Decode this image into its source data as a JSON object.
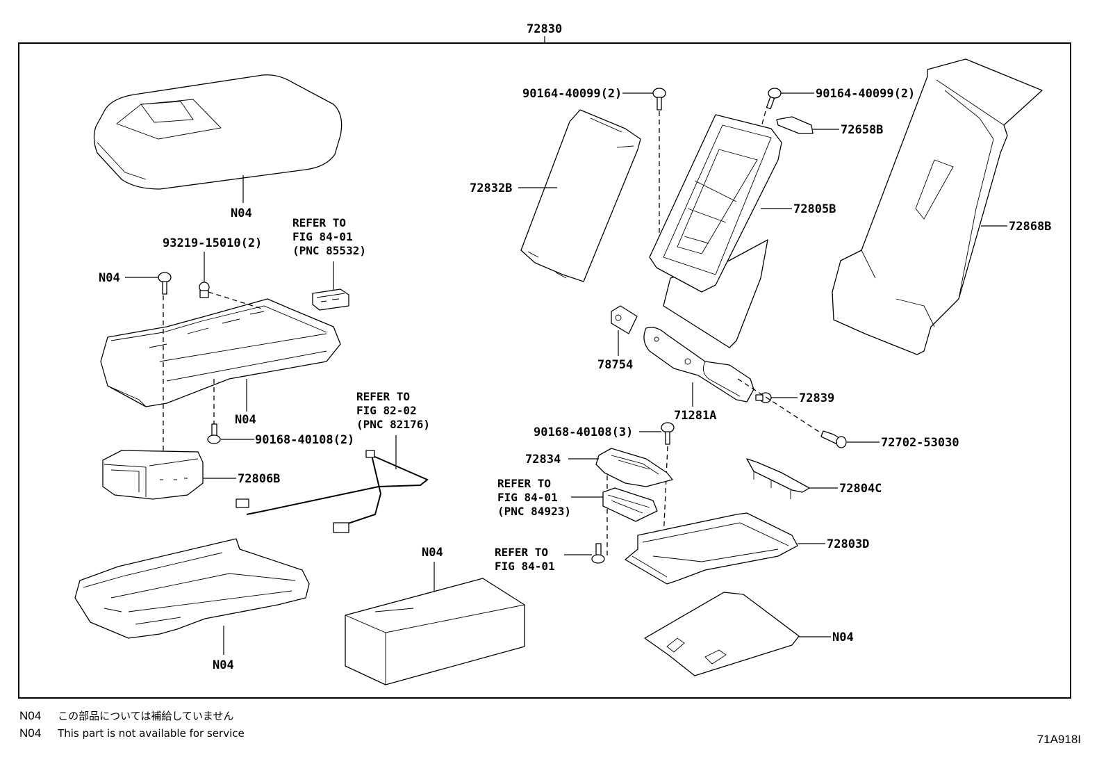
{
  "figure": {
    "assembly_number": "72830",
    "figure_id": "71A918I"
  },
  "callouts": {
    "armrest_top": "N04",
    "screw_left": "N04",
    "clip_93219": "93219-15010(2)",
    "refer_85532": [
      "REFER TO",
      "FIG 84-01",
      "(PNC 85532)"
    ],
    "armrest_frame": "N04",
    "screw_90168_2": "90168-40108(2)",
    "cup_holder": "72806B",
    "refer_82176": [
      "REFER TO",
      "FIG 82-02",
      "(PNC 82176)"
    ],
    "base_tray": "N04",
    "pad_box": "N04",
    "screw_90164_left": "90164-40099(2)",
    "screw_90164_right": "90164-40099(2)",
    "cover_72658B": "72658B",
    "board_72832B": "72832B",
    "frame_72805B": "72805B",
    "back_72868B": "72868B",
    "bracket_78754": "78754",
    "hinge_71281A": "71281A",
    "nut_72839": "72839",
    "bolt_72702": "72702-53030",
    "screw_90168_3": "90168-40108(3)",
    "bezel_72834": "72834",
    "refer_84923": [
      "REFER TO",
      "FIG 84-01",
      "(PNC 84923)"
    ],
    "garnish_72804C": "72804C",
    "refer_84_01": [
      "REFER TO",
      "FIG 84-01"
    ],
    "tray_72803D": "72803D",
    "mat_n04": "N04"
  },
  "legend": [
    {
      "code": "N04",
      "text": "この部品については補給していません"
    },
    {
      "code": "N04",
      "text": "This part is not available for service"
    }
  ]
}
